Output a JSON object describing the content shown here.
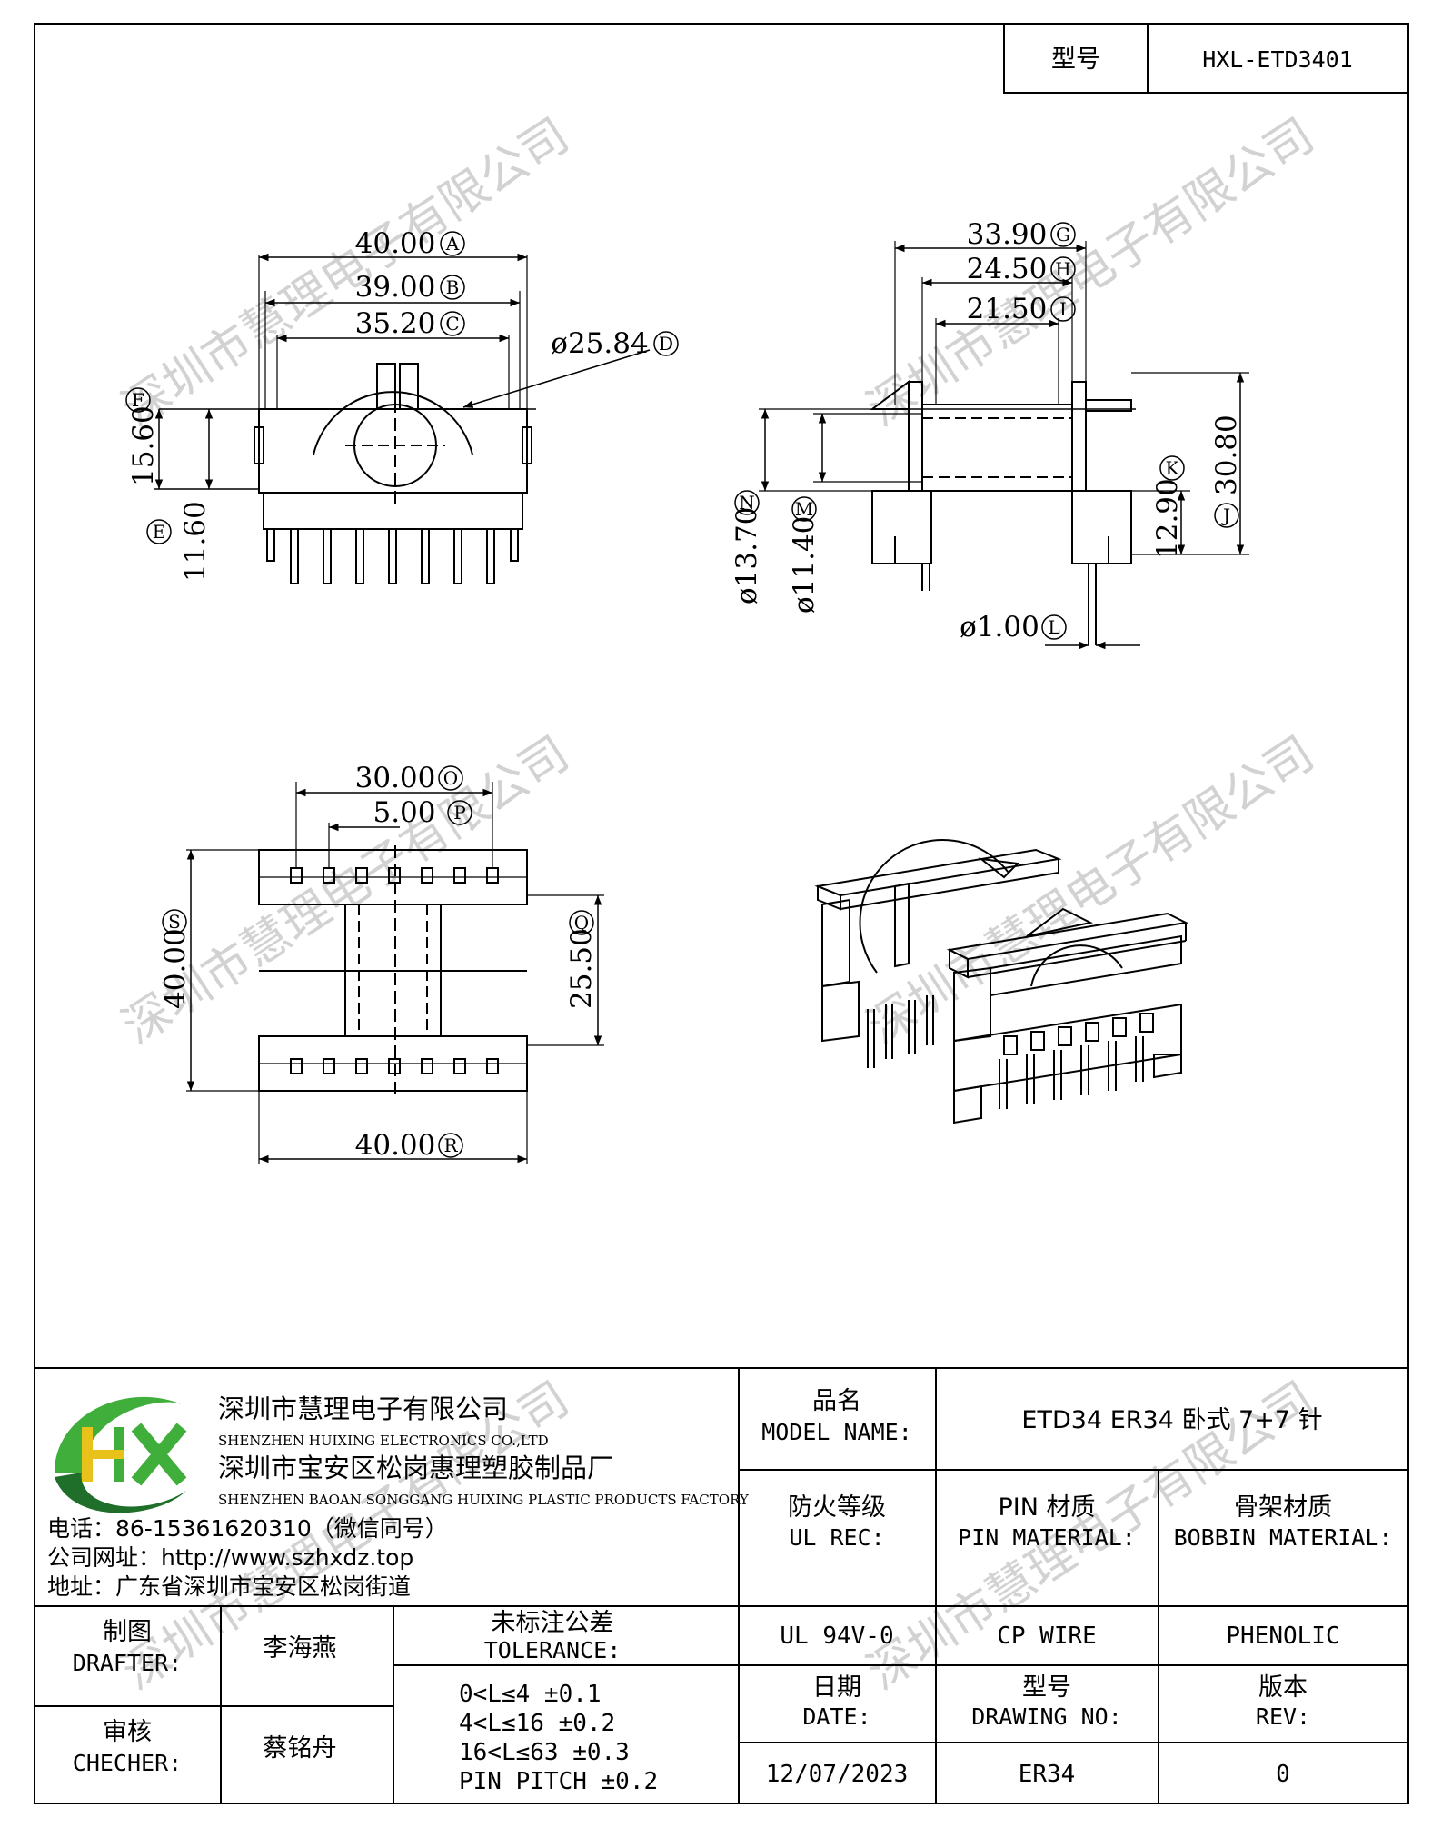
{
  "header": {
    "label": "型号",
    "value": "HXL-ETD3401"
  },
  "watermark": "深圳市慧理电子有限公司",
  "front_view": {
    "dims": [
      "40.00",
      "39.00",
      "35.20",
      "ø25.84",
      "15.60",
      "11.60"
    ],
    "marks": [
      "A",
      "B",
      "C",
      "D",
      "F",
      "E"
    ]
  },
  "side_view": {
    "dims": [
      "33.90",
      "24.50",
      "21.50",
      "ø13.70",
      "ø11.40",
      "12.90",
      "30.80",
      "ø1.00"
    ],
    "marks": [
      "G",
      "H",
      "I",
      "N",
      "M",
      "K",
      "J",
      "L"
    ]
  },
  "top_view": {
    "dims": [
      "30.00",
      "5.00",
      "40.00",
      "25.50",
      "40.00"
    ],
    "marks": [
      "O",
      "P",
      "S",
      "Q",
      "R"
    ]
  },
  "company": {
    "name_cn": "深圳市慧理电子有限公司",
    "name_en": "SHENZHEN HUIXING ELECTRONICS CO.,LTD",
    "factory_cn": "深圳市宝安区松岗惠理塑胶制品厂",
    "factory_en": "SHENZHEN BAOAN SONGGANG HUIXING PLASTIC PRODUCTS FACTORY",
    "phone": "电话：86-15361620310（微信同号）",
    "website": "公司网址：http://www.szhxdz.top",
    "address": "地址：广东省深圳市宝安区松岗街道",
    "logo_letters": "HX"
  },
  "title_block": {
    "model_name_cn": "品名",
    "model_name_en": "MODEL NAME:",
    "model_name_value": "ETD34 ER34 卧式 7+7 针",
    "ul_cn": "防火等级",
    "ul_en": "UL REC:",
    "pin_mat_cn": "PIN 材质",
    "pin_mat_en": "PIN MATERIAL:",
    "bobbin_mat_cn": "骨架材质",
    "bobbin_mat_en": "BOBBIN MATERIAL:",
    "ul_value": "UL 94V-0",
    "pin_mat_value": "CP WIRE",
    "bobbin_mat_value": "PHENOLIC",
    "drafter_cn": "制图",
    "drafter_en": "DRAFTER:",
    "drafter_value": "李海燕",
    "checker_cn": "审核",
    "checker_en": "CHECHER:",
    "checker_value": "蔡铭舟",
    "tolerance_cn": "未标注公差",
    "tolerance_en": "TOLERANCE:",
    "tolerance_lines": [
      "0<L≤4   ±0.1",
      "4<L≤16  ±0.2",
      "16<L≤63  ±0.3",
      "PIN PITCH  ±0.2"
    ],
    "date_cn": "日期",
    "date_en": "DATE:",
    "date_value": "12/07/2023",
    "drawing_no_cn": "型号",
    "drawing_no_en": "DRAWING NO:",
    "drawing_no_value": "ER34",
    "rev_cn": "版本",
    "rev_en": "REV:",
    "rev_value": "0"
  },
  "colors": {
    "logo_green": "#3fae3a",
    "logo_yellow": "#e8c21a",
    "logo_dark": "#1f6e2a",
    "line": "#000000"
  }
}
